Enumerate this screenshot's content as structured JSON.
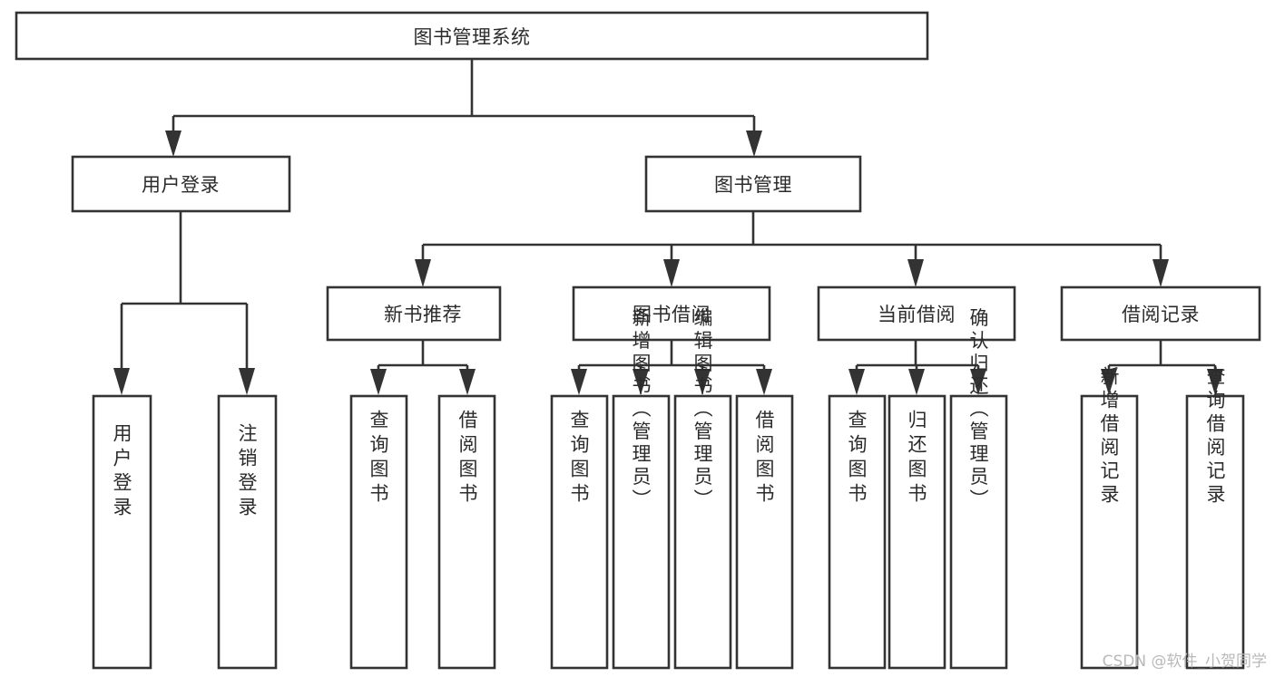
{
  "diagram": {
    "type": "tree",
    "title": "图书管理系统",
    "root": {
      "label": "图书管理系统",
      "children": [
        {
          "label": "用户登录",
          "children": [
            {
              "label": "用户登录",
              "orientation": "vertical"
            },
            {
              "label": "注销登录",
              "orientation": "vertical"
            }
          ]
        },
        {
          "label": "图书管理",
          "children": [
            {
              "label": "新书推荐",
              "children": [
                {
                  "label": "查询图书",
                  "orientation": "vertical"
                },
                {
                  "label": "借阅图书",
                  "orientation": "vertical"
                }
              ]
            },
            {
              "label": "图书借阅",
              "children": [
                {
                  "label": "查询图书",
                  "orientation": "vertical"
                },
                {
                  "label": "新增图书（管理员）",
                  "orientation": "vertical"
                },
                {
                  "label": "编辑图书（管理员）",
                  "orientation": "vertical"
                },
                {
                  "label": "借阅图书",
                  "orientation": "vertical"
                }
              ]
            },
            {
              "label": "当前借阅",
              "children": [
                {
                  "label": "查询图书",
                  "orientation": "vertical"
                },
                {
                  "label": "归还图书",
                  "orientation": "vertical"
                },
                {
                  "label": "确认归还（管理员）",
                  "orientation": "vertical"
                }
              ]
            },
            {
              "label": "借阅记录",
              "children": [
                {
                  "label": "新增借阅记录",
                  "orientation": "vertical"
                },
                {
                  "label": "查询借阅记录",
                  "orientation": "vertical"
                }
              ]
            }
          ]
        }
      ]
    }
  },
  "nodes": {
    "root": "图书管理系统",
    "l1_user_login": "用户登录",
    "l1_book_manage": "图书管理",
    "l2_new_book": "新书推荐",
    "l2_book_borrow": "图书借阅",
    "l2_current_borrow": "当前借阅",
    "l2_borrow_record": "借阅记录",
    "leaf_user_login": "用户登录",
    "leaf_user_logout": "注销登录",
    "leaf_nb_query": "查询图书",
    "leaf_nb_borrow": "借阅图书",
    "leaf_bb_query": "查询图书",
    "leaf_bb_add": "新增图书（管理员）",
    "leaf_bb_edit": "编辑图书（管理员）",
    "leaf_bb_borrow": "借阅图书",
    "leaf_cb_query": "查询图书",
    "leaf_cb_return": "归还图书",
    "leaf_cb_confirm": "确认归还（管理员）",
    "leaf_br_add": "新增借阅记录",
    "leaf_br_query": "查询借阅记录"
  },
  "watermark": {
    "text": "CSDN @软件_小贺同学"
  },
  "colors": {
    "stroke": "#333333",
    "fill": "#ffffff",
    "text": "#2b2b2b",
    "watermark": "#b9b9b9",
    "background": "#ffffff"
  }
}
